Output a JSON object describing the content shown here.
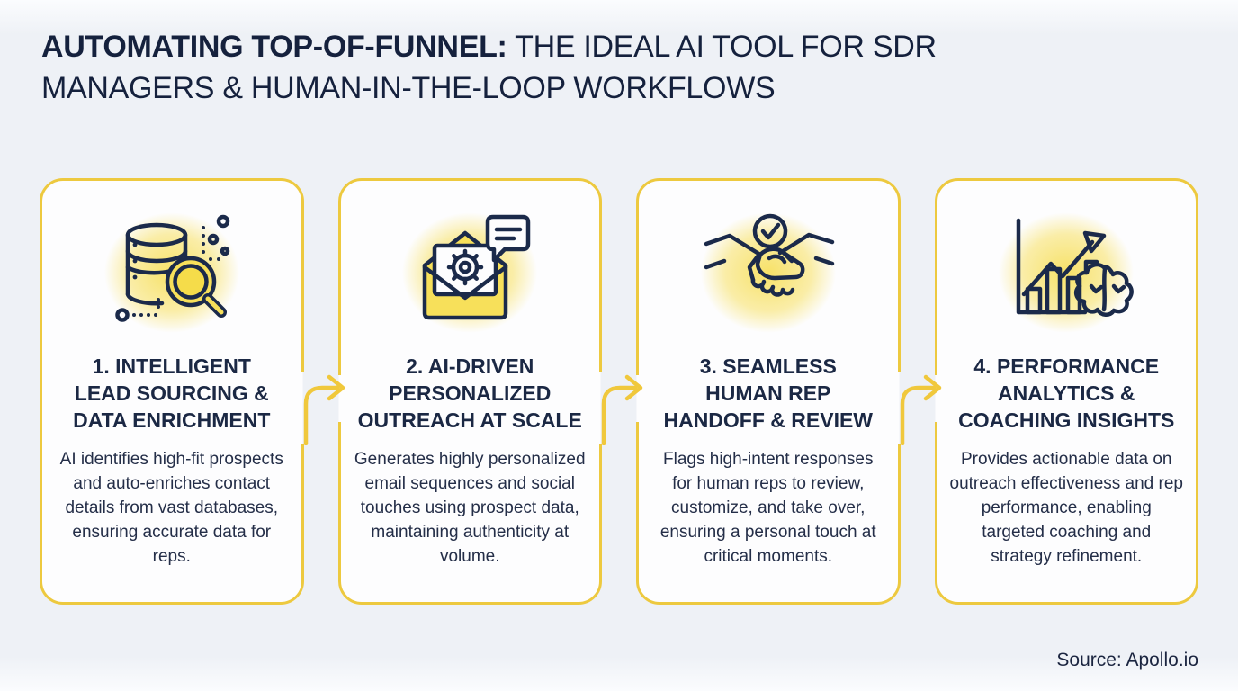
{
  "title": {
    "bold": "AUTOMATING TOP-OF-FUNNEL:",
    "regular": " THE IDEAL AI TOOL FOR SDR MANAGERS & HUMAN-IN-THE-LOOP WORKFLOWS"
  },
  "cards": [
    {
      "icon": "database-search-icon",
      "heading": "1. INTELLIGENT\nLEAD SOURCING &\nDATA ENRICHMENT",
      "body": "AI identifies high-fit prospects and auto-enriches contact details from vast databases, ensuring accurate data for reps."
    },
    {
      "icon": "email-gear-chat-icon",
      "heading": "2. AI-DRIVEN\nPERSONALIZED\nOUTREACH AT SCALE",
      "body": "Generates highly personalized email sequences and social touches using prospect data, maintaining authenticity at volume."
    },
    {
      "icon": "handshake-check-icon",
      "heading": "3. SEAMLESS\nHUMAN REP\nHANDOFF & REVIEW",
      "body": "Flags high-intent responses for human reps to review, customize, and take over, ensuring a personal touch at critical moments."
    },
    {
      "icon": "growth-chart-brain-icon",
      "heading": "4. PERFORMANCE\nANALYTICS &\nCOACHING INSIGHTS",
      "body": "Provides actionable data on outreach effectiveness and rep performance, enabling targeted coaching and strategy refinement."
    }
  ],
  "source": "Source: Apollo.io",
  "colors": {
    "background": "#eef1f6",
    "card_background": "#fdfdfe",
    "card_border": "#edc93f",
    "arrow": "#f0c83c",
    "icon_stroke": "#1b2a4a",
    "icon_glow": "#f7e060",
    "title_text": "#15213d",
    "heading_text": "#1b2844",
    "body_text": "#242e48"
  }
}
